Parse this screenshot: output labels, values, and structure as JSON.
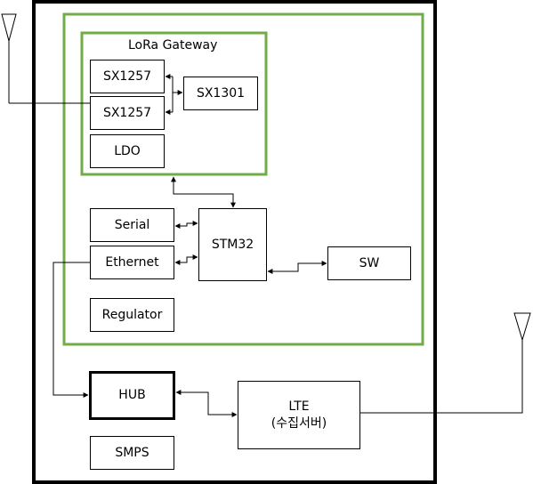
{
  "diagram": {
    "lora_gateway_title": "LoRa Gateway",
    "blocks": {
      "sx1257_a": "SX1257",
      "sx1257_b": "SX1257",
      "sx1301": "SX1301",
      "ldo": "LDO",
      "serial": "Serial",
      "ethernet": "Ethernet",
      "stm32": "STM32",
      "sw": "SW",
      "regulator": "Regulator",
      "hub": "HUB",
      "smps": "SMPS",
      "lte_line1": "LTE",
      "lte_line2": "(수집서버)"
    },
    "colors": {
      "enclosure_border": "#000000",
      "module_border": "#70ad47",
      "lines": "#000000"
    }
  }
}
